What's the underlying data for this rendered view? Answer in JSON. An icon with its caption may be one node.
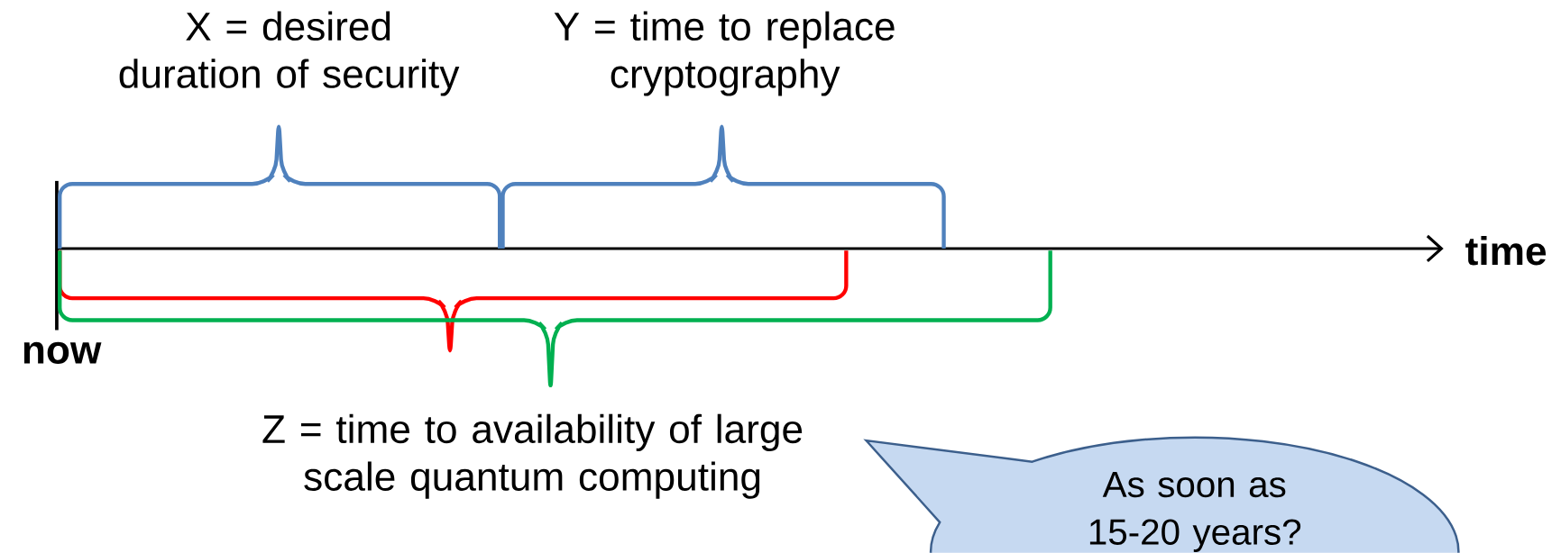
{
  "diagram": {
    "nodes": [
      {
        "text": [
          "As soon as 15-20 years?"
        ]
      }
    ],
    "labels": [
      "X = desired duration of security",
      "Y = time to replace cryptography",
      "Z = time to availability of large scale quantum computing",
      "time",
      "now"
    ]
  }
}
